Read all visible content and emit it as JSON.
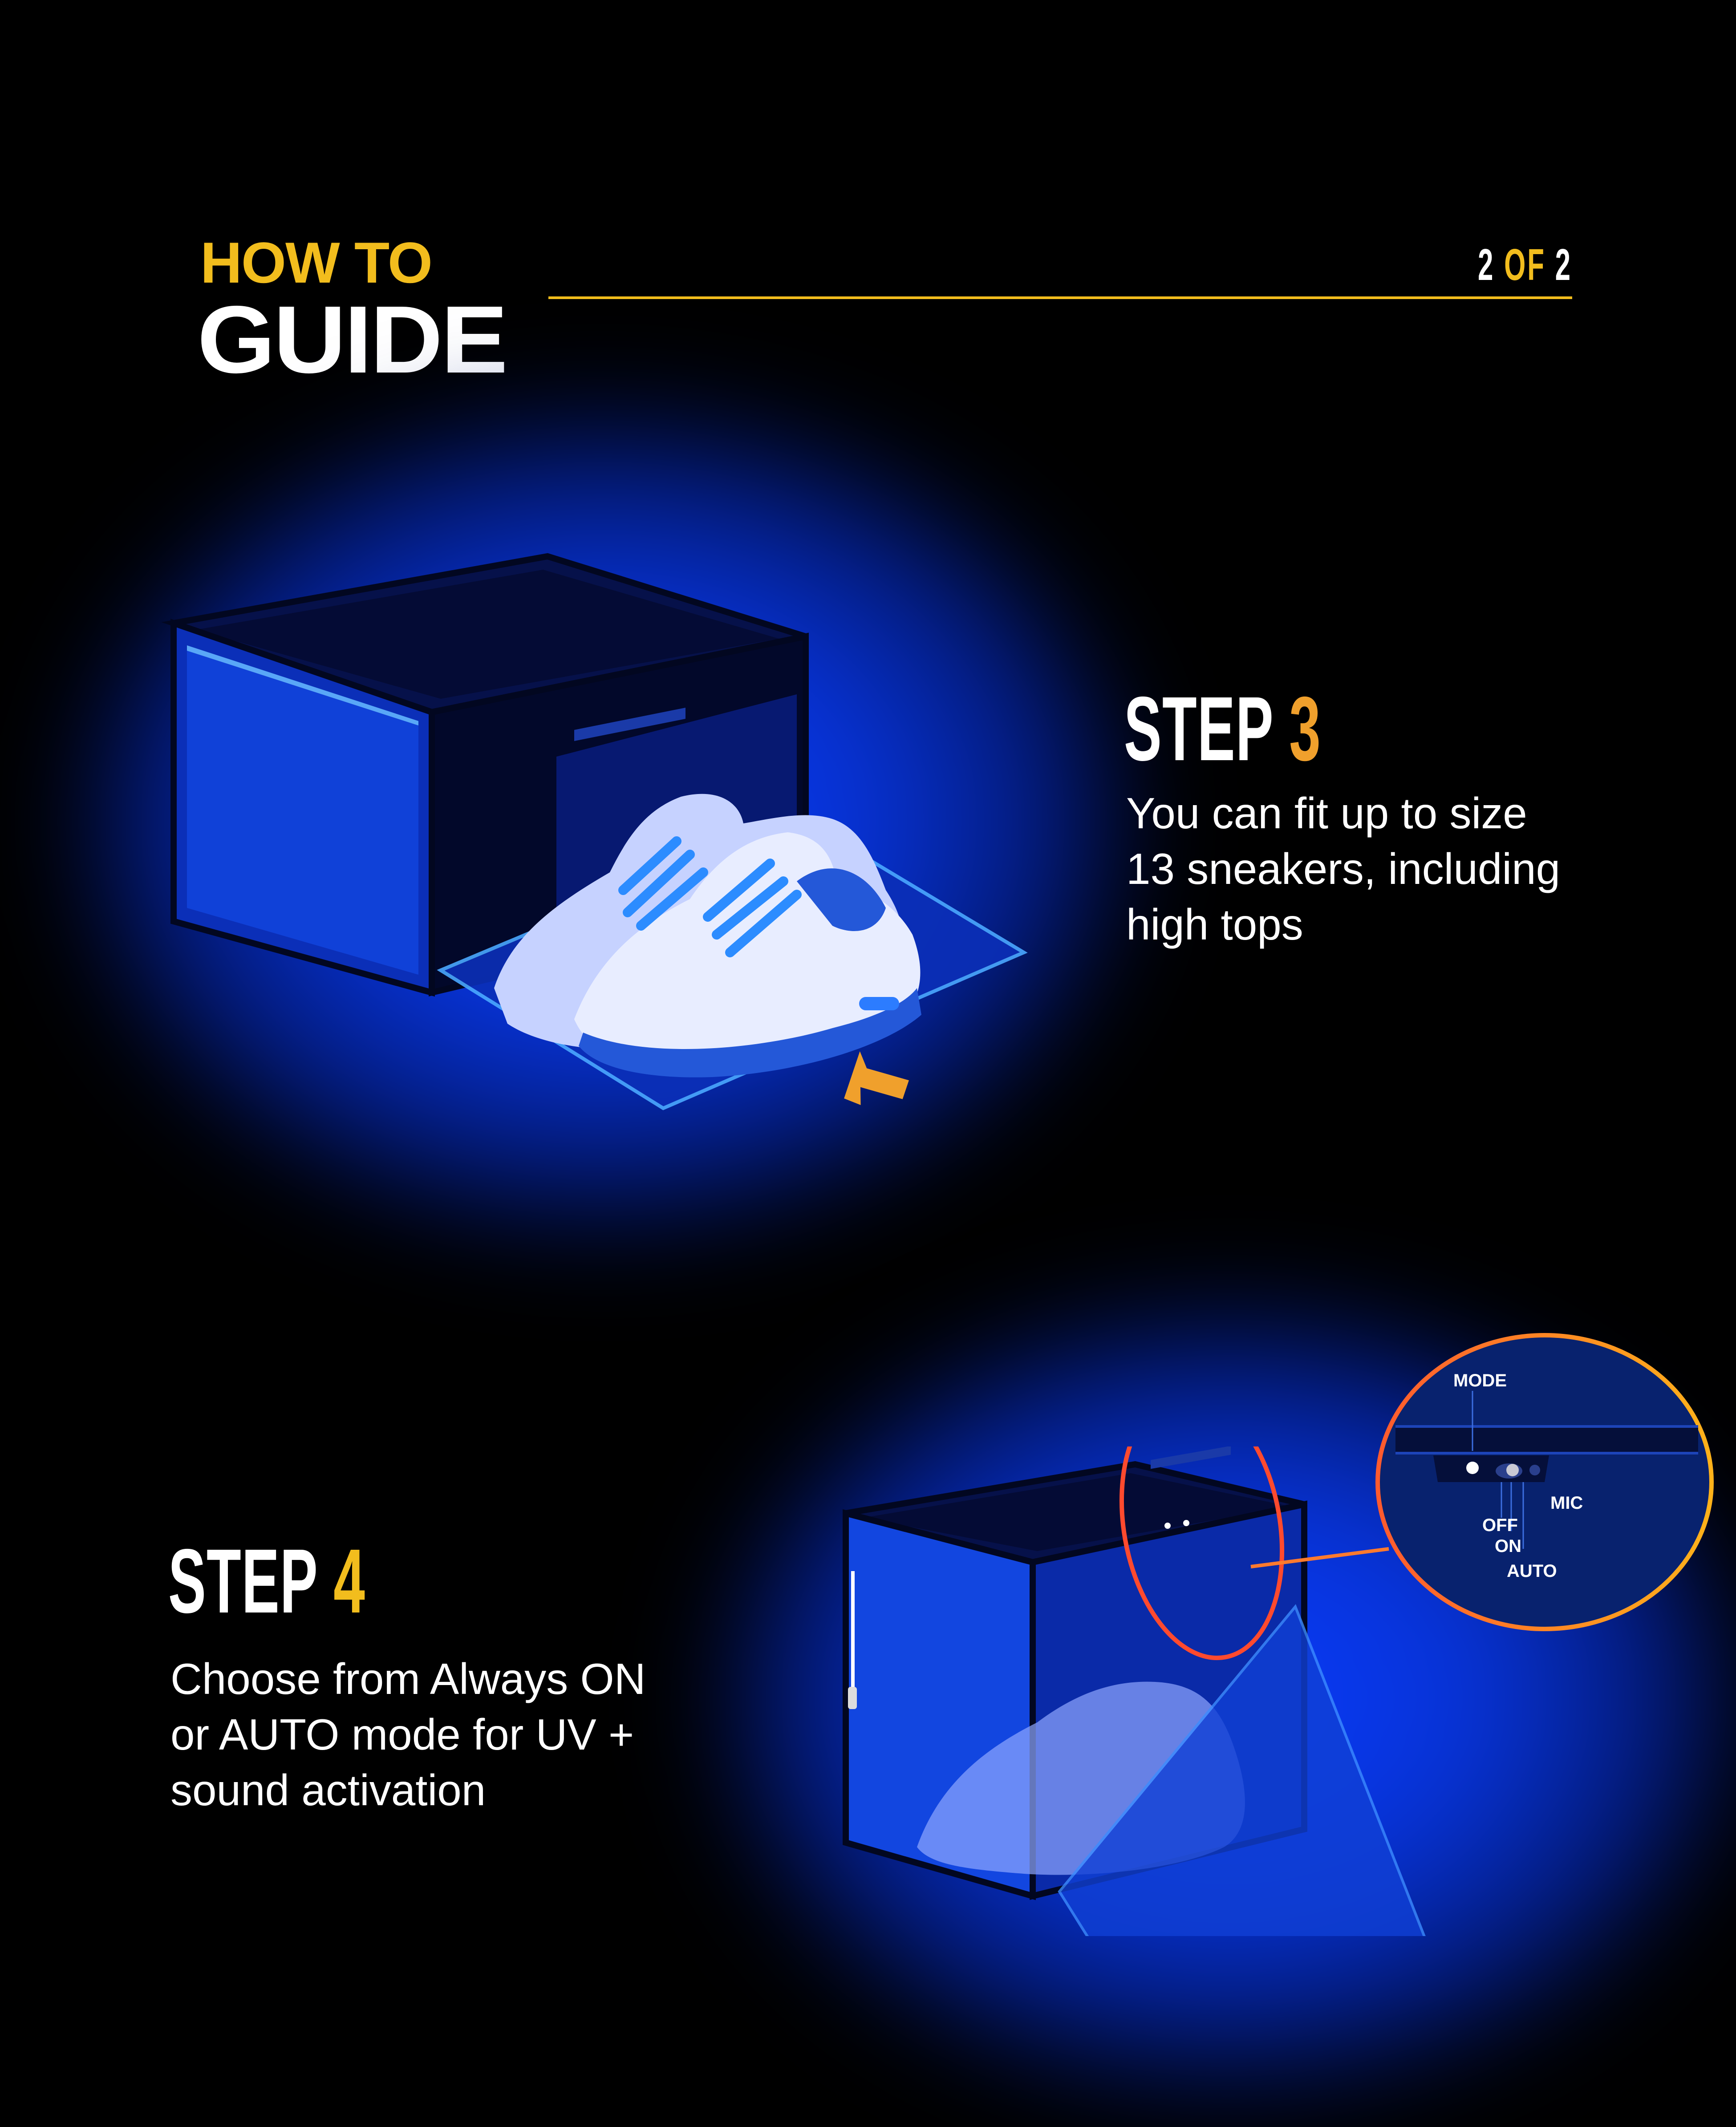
{
  "header": {
    "kicker": "HOW TO",
    "title": "GUIDE",
    "pager": {
      "current": "2",
      "of": "OF",
      "total": "2"
    }
  },
  "colors": {
    "background": "#000000",
    "accent_yellow": "#f2bd1d",
    "accent_orange": "#f0a02c",
    "glow_blue": "#0a3cff",
    "text": "#ffffff"
  },
  "steps": [
    {
      "label": "STEP",
      "number": "3",
      "description_lines": [
        "You can fit up to size",
        "13 sneakers, including",
        "high tops"
      ],
      "illustration": "sneaker-box-drawer-open-icon"
    },
    {
      "label": "STEP",
      "number": "4",
      "description_lines": [
        "Choose from Always ON",
        "or AUTO mode for UV +",
        "sound activation"
      ],
      "illustration": "sneaker-box-mode-switch-icon",
      "callout": {
        "title": "MODE",
        "labels": [
          "OFF",
          "ON",
          "AUTO",
          "MIC"
        ]
      }
    }
  ]
}
